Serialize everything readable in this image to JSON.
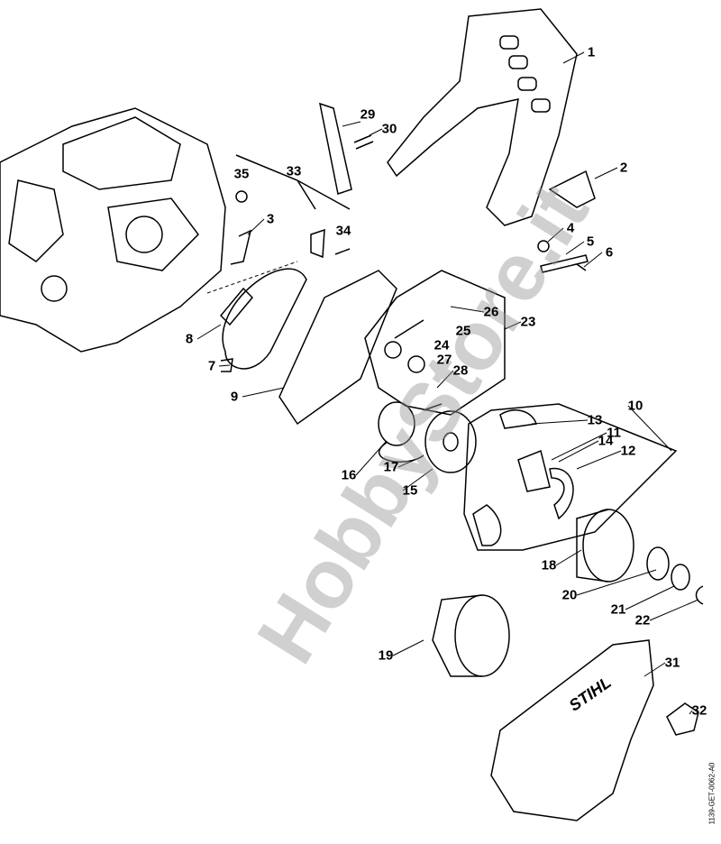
{
  "watermark": "HobbyStore.it",
  "drawing_code": "1139-GET-0062-A0",
  "brand_on_cover": "STIHL",
  "part_labels": [
    "1",
    "2",
    "3",
    "4",
    "5",
    "6",
    "7",
    "8",
    "9",
    "10",
    "11",
    "12",
    "13",
    "14",
    "15",
    "16",
    "17",
    "18",
    "19",
    "20",
    "21",
    "22",
    "23",
    "24",
    "25",
    "26",
    "27",
    "28",
    "29",
    "30",
    "31",
    "32",
    "33",
    "34",
    "35"
  ]
}
